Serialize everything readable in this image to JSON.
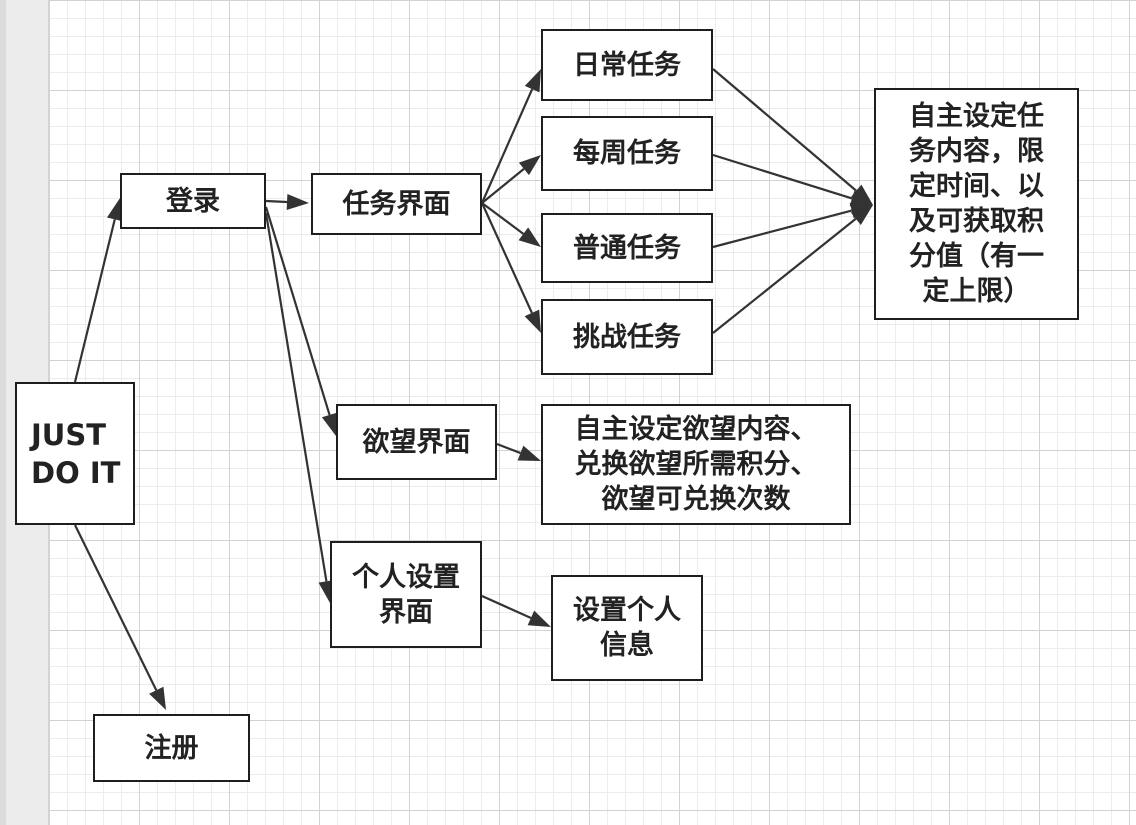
{
  "diagram": {
    "nodes": {
      "just_do_it": "JUST\nDO IT",
      "login": "登录",
      "register": "注册",
      "task_ui": "任务界面",
      "daily_task": "日常任务",
      "weekly_task": "每周任务",
      "normal_task": "普通任务",
      "challenge_task": "挑战任务",
      "task_note": "自主设定任\n务内容，限\n定时间、以\n及可获取积\n分值（有一\n定上限）",
      "desire_ui": "欲望界面",
      "desire_note": "自主设定欲望内容、\n兑换欲望所需积分、\n欲望可兑换次数",
      "personal_ui": "个人设置\n界面",
      "personal_note": "设置个人\n信息"
    },
    "edges": [
      {
        "from": "just_do_it",
        "to": "login"
      },
      {
        "from": "just_do_it",
        "to": "register"
      },
      {
        "from": "login",
        "to": "task_ui"
      },
      {
        "from": "login",
        "to": "desire_ui"
      },
      {
        "from": "login",
        "to": "personal_ui"
      },
      {
        "from": "task_ui",
        "to": "daily_task"
      },
      {
        "from": "task_ui",
        "to": "weekly_task"
      },
      {
        "from": "task_ui",
        "to": "normal_task"
      },
      {
        "from": "task_ui",
        "to": "challenge_task"
      },
      {
        "from": "daily_task",
        "to": "task_note"
      },
      {
        "from": "weekly_task",
        "to": "task_note"
      },
      {
        "from": "normal_task",
        "to": "task_note"
      },
      {
        "from": "challenge_task",
        "to": "task_note"
      },
      {
        "from": "desire_ui",
        "to": "desire_note"
      },
      {
        "from": "personal_ui",
        "to": "personal_note"
      }
    ]
  }
}
